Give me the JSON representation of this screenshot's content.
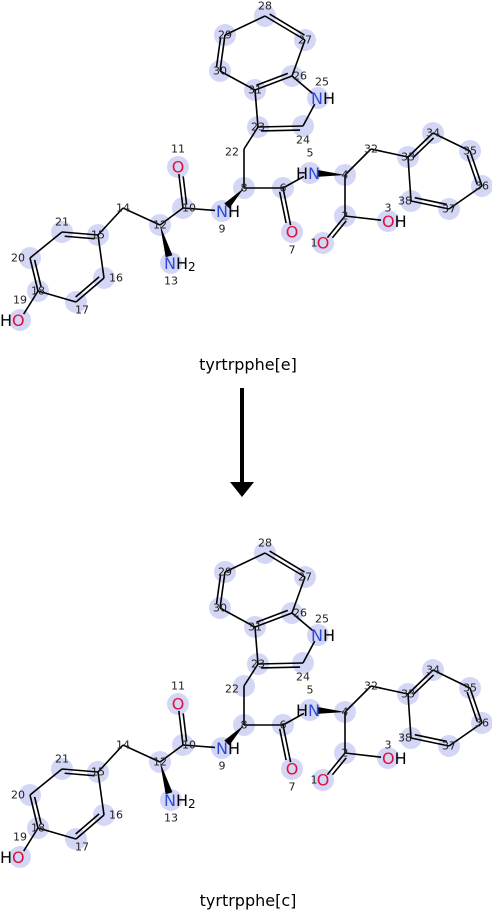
{
  "top_caption": "tyrtrpphe[e]",
  "bottom_caption": "tyrtrpphe[c]",
  "colors": {
    "highlight": "#d4d6f6",
    "bond": "#000000",
    "oxygen": "#e0103a",
    "nitrogen": "#2d4bd8",
    "label": "#222222"
  },
  "atom_symbols": {
    "oxygen": "O",
    "nitrogen": "N",
    "hydrogen": "H",
    "hydroxyl": "HO",
    "amine": "NH",
    "subscript_two": "2"
  },
  "atom_numbers": [
    "1",
    "2",
    "3",
    "4",
    "5",
    "6",
    "7",
    "8",
    "9",
    "10",
    "11",
    "12",
    "13",
    "14",
    "15",
    "16",
    "17",
    "18",
    "19",
    "20",
    "21",
    "22",
    "23",
    "24",
    "25",
    "26",
    "27",
    "28",
    "29",
    "30",
    "31",
    "32",
    "33",
    "34",
    "35",
    "36",
    "37",
    "38"
  ],
  "transformation_arrow": "down-arrow-icon"
}
